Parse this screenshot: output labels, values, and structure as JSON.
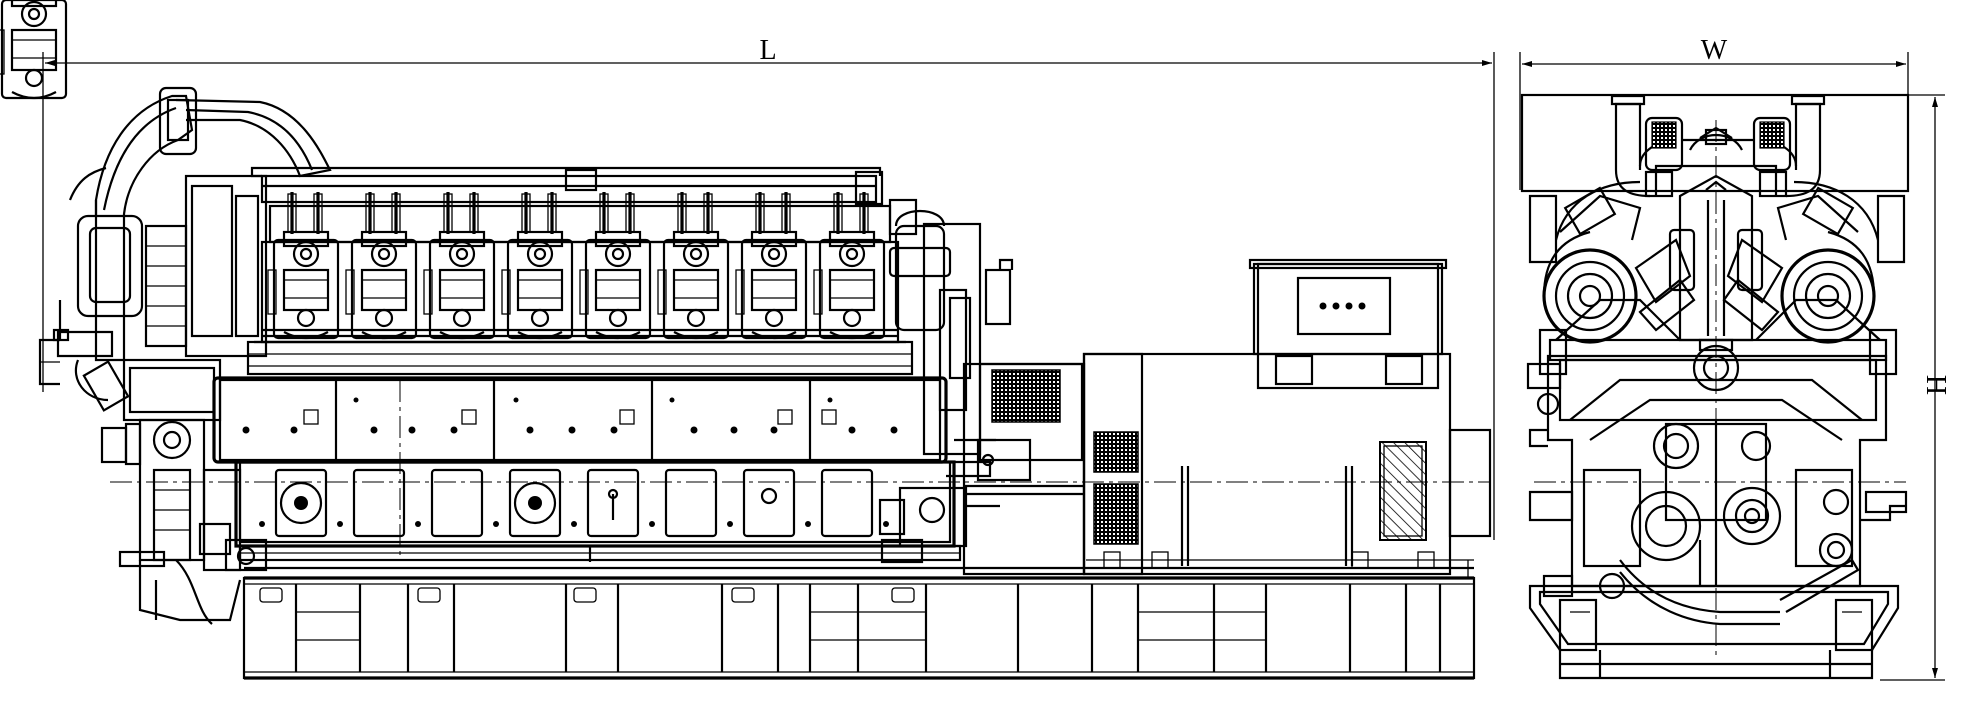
{
  "dimensions": {
    "length_label": "L",
    "width_label": "W",
    "height_label": "H"
  },
  "colors": {
    "line": "#000000",
    "background": "#ffffff"
  }
}
